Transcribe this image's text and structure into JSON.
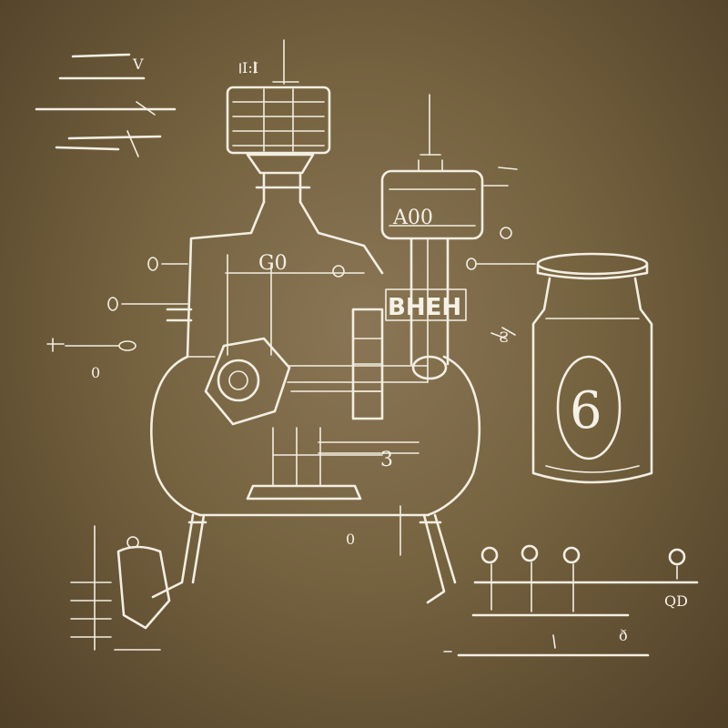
{
  "diagram": {
    "palette": {
      "background": "#6e5b3f",
      "ink": "#f3eee2"
    },
    "labels": {
      "top_left_mark": "V",
      "upper_tower_mark": "I:I",
      "vessel_label": "G0",
      "small_tower_label": "A00",
      "valve_block_label": "BHEH",
      "jar_label": "6",
      "side_mark": "Ƨ",
      "side_dot": "0",
      "bottom_left_mark": "0",
      "lower_mid_label": "3",
      "bottom_right_label": "QD",
      "bottom_small_mark": "ð"
    }
  }
}
